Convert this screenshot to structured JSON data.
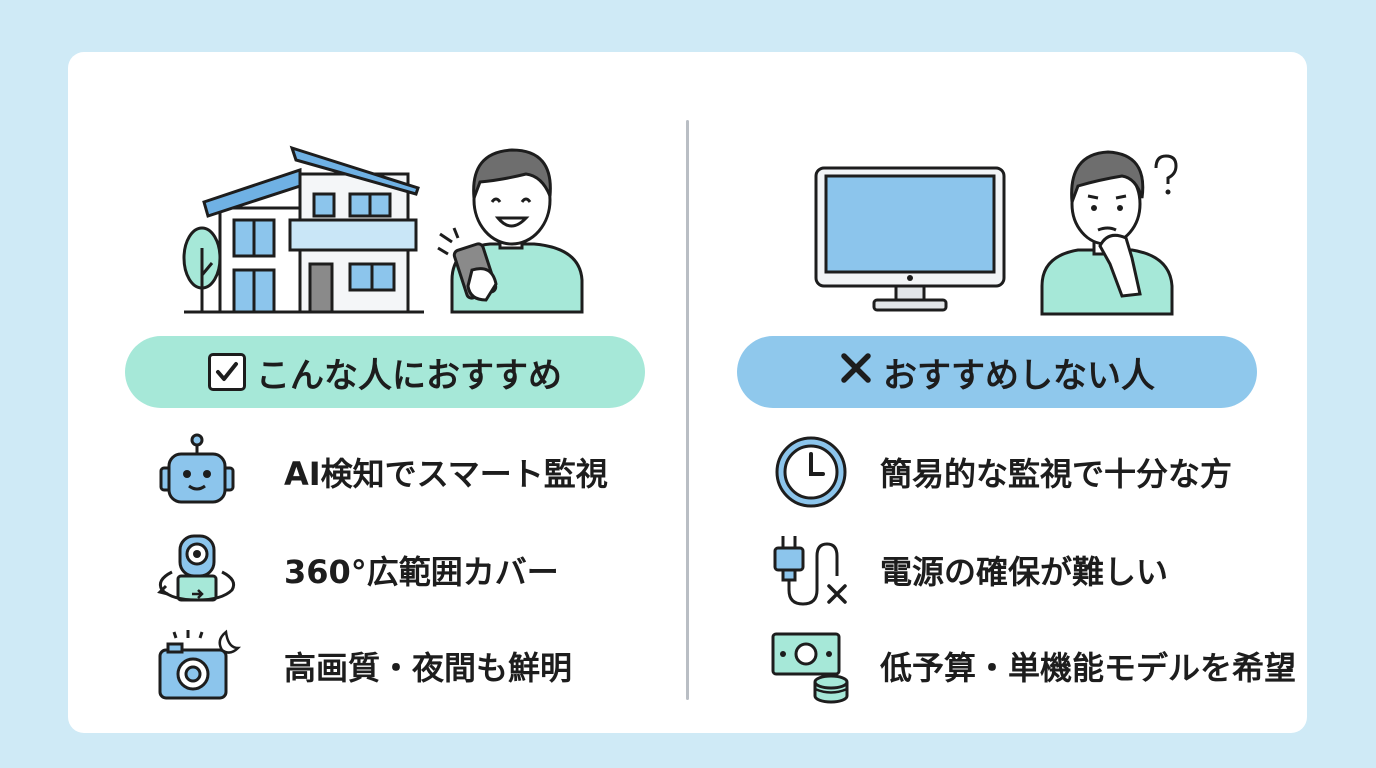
{
  "colors": {
    "background": "#cfeaf6",
    "card": "#ffffff",
    "good_pill": "#a6e8d8",
    "bad_pill": "#8fc8ec",
    "icon_blue": "#8cc5ec",
    "icon_green": "#a6e8d8"
  },
  "recommended": {
    "heading": "こんな人におすすめ",
    "heading_icon": "checkbox-icon",
    "items": [
      {
        "icon": "robot-icon",
        "text": "AI検知でスマート監視"
      },
      {
        "icon": "360-camera-icon",
        "text": "360°広範囲カバー"
      },
      {
        "icon": "night-camera-icon",
        "text": "高画質・夜間も鮮明"
      }
    ]
  },
  "not_recommended": {
    "heading": "おすすめしない人",
    "heading_icon": "x-mark-icon",
    "items": [
      {
        "icon": "clock-icon",
        "text": "簡易的な監視で十分な方"
      },
      {
        "icon": "unplugged-cable-icon",
        "text": "電源の確保が難しい"
      },
      {
        "icon": "money-coins-icon",
        "text": "低予算・単機能モデルを希望"
      }
    ]
  }
}
